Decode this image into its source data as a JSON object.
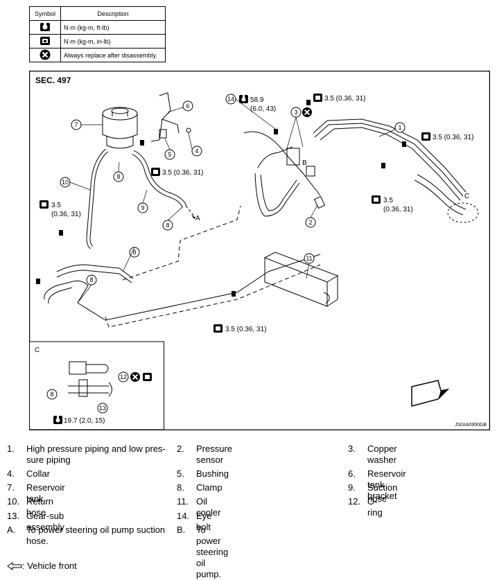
{
  "legend": {
    "col_symbol": "Symbol",
    "col_description": "Description",
    "rows": [
      {
        "icon": "torque-wrench-ftlb-icon",
        "description": "N·m (kg-m, ft-lb)"
      },
      {
        "icon": "torque-wrench-inlb-icon",
        "description": "N·m (kg-m, in-lb)"
      },
      {
        "icon": "always-replace-icon",
        "description": "Always replace after disassembly."
      }
    ]
  },
  "diagram": {
    "section": "SEC. 497",
    "code": "JSGIA0950GB",
    "torque_1": "58.9",
    "torque_1b": "(6.0, 43)",
    "torque_2": "3.5 (0.36, 31)",
    "torque_3": "3.5 (0.36, 31)",
    "torque_4": "3.5 (0.36, 31)",
    "torque_5a": "3.5",
    "torque_5b": "(0.36, 31)",
    "torque_6a": "3.5",
    "torque_6b": "(0.36, 31)",
    "torque_7": "3.5 (0.36, 31)",
    "torque_8": "19.7 (2.0, 15)",
    "letter_a": "A",
    "letter_b": "B",
    "letter_c": "C",
    "inset_label": "C"
  },
  "parts": [
    {
      "num": "1.",
      "text": "High pressure piping and low pres-"
    },
    {
      "num": "",
      "text": "sure piping"
    },
    {
      "num": "2.",
      "text": "Pressure sensor"
    },
    {
      "num": "3.",
      "text": "Copper washer"
    },
    {
      "num": "4.",
      "text": "Collar"
    },
    {
      "num": "5.",
      "text": "Bushing"
    },
    {
      "num": "6.",
      "text": "Reservoir tank bracket"
    },
    {
      "num": "7.",
      "text": "Reservoir tank"
    },
    {
      "num": "8.",
      "text": "Clamp"
    },
    {
      "num": "9.",
      "text": "Suction hose"
    },
    {
      "num": "10.",
      "text": "Return hose"
    },
    {
      "num": "11.",
      "text": "Oil cooler"
    },
    {
      "num": "12.",
      "text": "O-ring"
    },
    {
      "num": "13.",
      "text": "Gear-sub assembly"
    },
    {
      "num": "14.",
      "text": "Eye bolt"
    },
    {
      "num": "A.",
      "text": "To power steering oil pump suction"
    },
    {
      "num": "",
      "text": "hose."
    },
    {
      "num": "B.",
      "text": "To power steering oil pump."
    }
  ],
  "note": {
    "icon": "vehicle-front-arrow-icon",
    "text": ": Vehicle front"
  }
}
